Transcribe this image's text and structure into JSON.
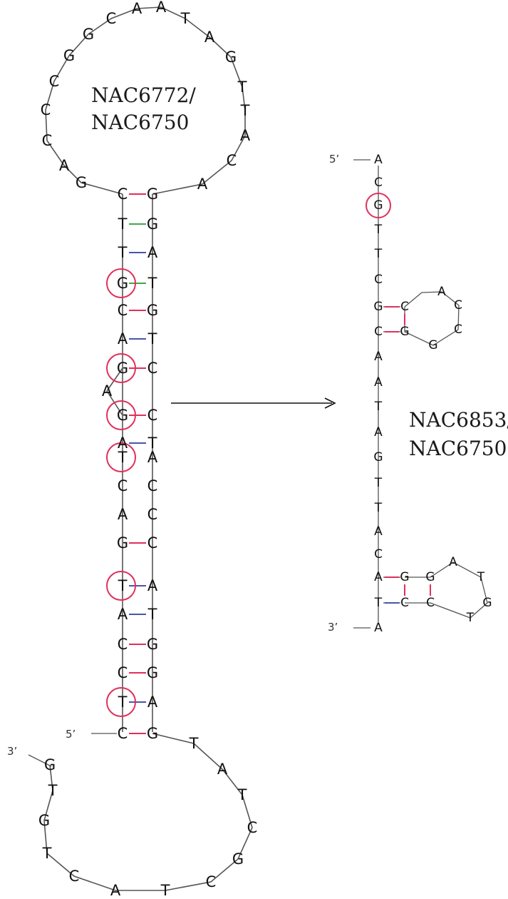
{
  "hairpin_main": {
    "label_line1": "NAC6772/",
    "label_line2": "NAC6750",
    "loop_top": [
      "C",
      "A",
      "C",
      "C",
      "G",
      "G",
      "C",
      "A",
      "A",
      "T",
      "A",
      "G",
      "T",
      "T",
      "A",
      "C",
      "A",
      "G"
    ],
    "stem_left": [
      "C",
      "T",
      "T",
      "G",
      "C",
      "A",
      "G",
      "G",
      "A",
      "T",
      "C",
      "A",
      "G",
      "T",
      "A",
      "C",
      "C",
      "T",
      "C"
    ],
    "stem_right": [
      "G",
      "G",
      "A",
      "T",
      "G",
      "T",
      "C",
      "C",
      "T",
      "A",
      "C",
      "C",
      "C",
      "A",
      "T",
      "G",
      "G",
      "A",
      "G"
    ],
    "bulge": "A",
    "prime5": "5’",
    "prime3": "3’",
    "loop_bottom": [
      "T",
      "A",
      "T",
      "C",
      "G",
      "C",
      "T",
      "A",
      "C",
      "T",
      "G",
      "T",
      "G"
    ]
  },
  "hairpin_small": {
    "label_line1": "NAC6853/",
    "label_line2": "NAC6750",
    "prime5": "5’",
    "prime3": "3’",
    "strand": [
      "A",
      "C",
      "G",
      "T",
      "T",
      "C",
      "G",
      "C",
      "A",
      "A",
      "T",
      "A",
      "G",
      "T",
      "T",
      "A",
      "C",
      "A",
      "T",
      "A"
    ],
    "loop1": [
      "C",
      "A",
      "C",
      "C",
      "G",
      "G"
    ],
    "loop2": [
      "G",
      "G",
      "A",
      "T",
      "G",
      "T",
      "C",
      "C"
    ]
  },
  "colors": {
    "gc_pair": "#e0305a",
    "at_pair": "#4a55a8",
    "gt_pair": "#3fa84a",
    "highlight_circle": "#e0305a"
  }
}
